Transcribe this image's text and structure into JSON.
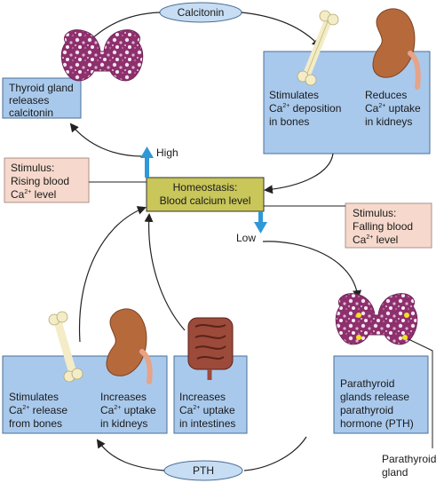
{
  "top_pill": "Calcitonin",
  "bottom_pill": "PTH",
  "center_box": {
    "line1": "Homeostasis:",
    "line2": "Blood calcium level"
  },
  "high_label": "High",
  "low_label": "Low",
  "stimulus_rising": {
    "line1": "Stimulus:",
    "line2": "Rising blood",
    "ca": "Ca",
    "sup": "2+",
    "rest": " level"
  },
  "stimulus_falling": {
    "line1": "Stimulus:",
    "line2": "Falling blood",
    "ca": "Ca",
    "sup": "2+",
    "rest": " level"
  },
  "thyroid": {
    "line1": "Thyroid gland",
    "line2": "releases",
    "line3": "calcitonin"
  },
  "bone_deposit": {
    "line1": "Stimulates",
    "ca": "Ca",
    "sup": "2+",
    "rest": " deposition",
    "line3": "in bones"
  },
  "kidney_reduce": {
    "line1": "Reduces",
    "ca": "Ca",
    "sup": "2+",
    "rest": " uptake",
    "line3": "in kidneys"
  },
  "bone_release": {
    "line1": "Stimulates",
    "ca": "Ca",
    "sup": "2+",
    "rest": " release",
    "line3": "from bones"
  },
  "kidney_increase": {
    "line1": "Increases",
    "ca": "Ca",
    "sup": "2+",
    "rest": " uptake",
    "line3": "in kidneys"
  },
  "intestine_increase": {
    "line1": "Increases",
    "ca": "Ca",
    "sup": "2+",
    "rest": " uptake",
    "line3": "in intestines"
  },
  "parathyroid": {
    "line1": "Parathyroid",
    "line2": "glands release",
    "line3": "parathyroid",
    "line4": "hormone (PTH)"
  },
  "parathyroid_gland_label": {
    "line1": "Parathyroid",
    "line2": "gland"
  },
  "colors": {
    "box_blue": "#a9c9ec",
    "box_border": "#4a6f96",
    "stimulus_pink": "#f6d9cc",
    "center_green": "#c9c65a",
    "arrow_blue": "#2f98d6",
    "pill_fill": "#c7ddf3",
    "gland_purple": "#8e2f6e",
    "kidney_brown": "#b66a3c",
    "bone_cream": "#f3ecc6"
  }
}
